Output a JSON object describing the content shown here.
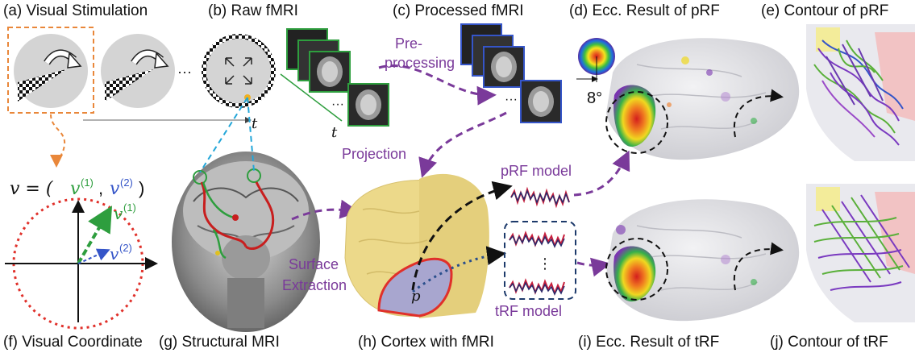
{
  "panels": {
    "a": "(a) Visual Stimulation",
    "b": "(b) Raw fMRI",
    "c": "(c) Processed fMRI",
    "d": "(d) Ecc. Result of pRF",
    "e": "(e) Contour of pRF",
    "f": "(f) Visual Coordinate",
    "g": "(g) Structural MRI",
    "h": "(h) Cortex with fMRI",
    "i": "(i) Ecc. Result of tRF",
    "j": "(j) Contour of tRF"
  },
  "labels": {
    "time": "t",
    "ellipsis": "···",
    "vertical_ellipsis": "⋮",
    "preprocessing_1": "Pre-",
    "preprocessing_2": "processing",
    "projection": "Projection",
    "prf_model": "pRF model",
    "trf_model": "tRF model",
    "surface_1": "Surface",
    "surface_2": "Extraction",
    "point_p": "p",
    "degree": "8°",
    "coord_eq_v": "v = (",
    "coord_eq_v1": "v",
    "coord_eq_sup1": "(1)",
    "coord_eq_comma": ", ",
    "coord_eq_v2": "v",
    "coord_eq_sup2": "(2)",
    "coord_eq_close": ")",
    "axis_v1": "v",
    "axis_v1_sup": "(1)",
    "axis_v2": "v",
    "axis_v2_sup": "(2)"
  },
  "colors": {
    "purple": "#7a3a9a",
    "orange": "#e9873a",
    "cyan": "#23a6d8",
    "green": "#2e9e3e",
    "blue": "#3555c8",
    "red": "#e0302a",
    "navy": "#1d3a6b",
    "cortex": "#ecd98a"
  }
}
